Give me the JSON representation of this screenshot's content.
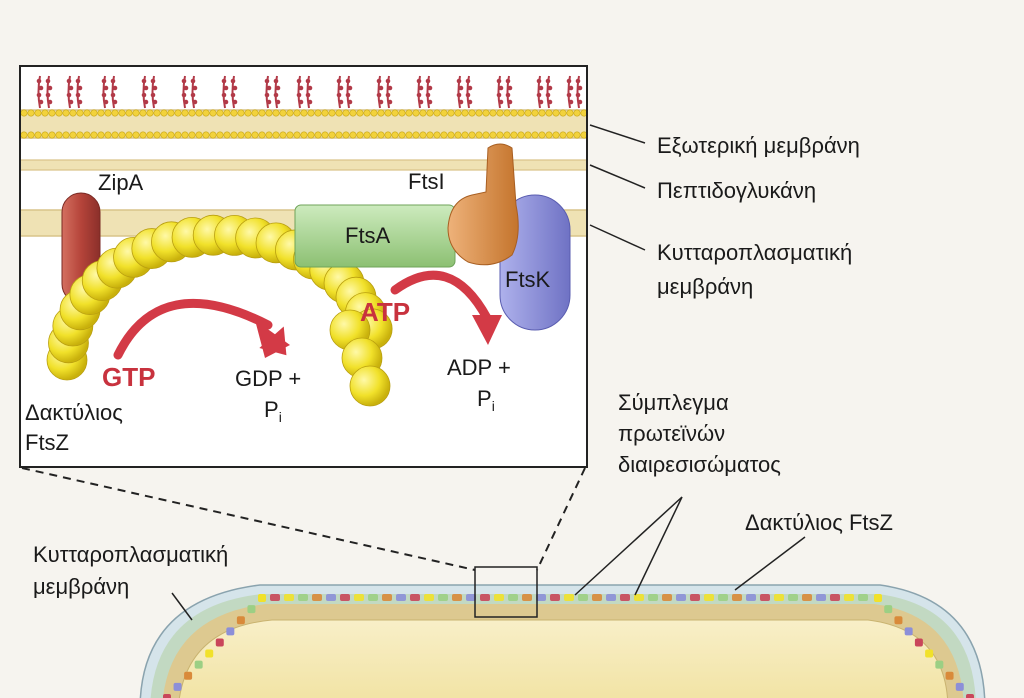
{
  "inset": {
    "zipa": "ZipA",
    "ftsi": "FtsI",
    "ftsa": "FtsA",
    "ftsk": "FtsK",
    "gtp": "GTP",
    "atp": "ATP",
    "gdp_line1": "GDP +",
    "gdp_p": "P",
    "gdp_sub": "i",
    "adp_line1": "ADP +",
    "adp_p": "P",
    "adp_sub": "i",
    "ring_line1": "Δακτύλιος",
    "ring_line2": "FtsZ"
  },
  "side_labels": {
    "outer_membrane": "Εξωτερική μεμβράνη",
    "peptidoglycan": "Πεπτιδογλυκάνη",
    "cyto_membrane_line1": "Κυτταροπλασματική",
    "cyto_membrane_line2": "μεμβράνη"
  },
  "cell_labels": {
    "complex_line1": "Σύμπλεγμα",
    "complex_line2": "πρωτεϊνών",
    "complex_line3": "διαιρεσισώματος",
    "ftsz_ring": "Δακτύλιος FtsZ",
    "cyto_line1": "Κυτταροπλασματική",
    "cyto_line2": "μεμβράνη"
  },
  "colors": {
    "background": "#f6f4ef",
    "membrane": "#efe2b4",
    "lipid_tail": "#b23a48",
    "lipid_head": "#f2d23c",
    "ftsz": "#f1e12a",
    "zipa": "#b5443a",
    "ftsa": "#9ccf84",
    "ftsi": "#d98a3a",
    "ftsk": "#8c8fd8",
    "arrow": "#d33a46",
    "cytoplasm": "#f4e7a8"
  }
}
